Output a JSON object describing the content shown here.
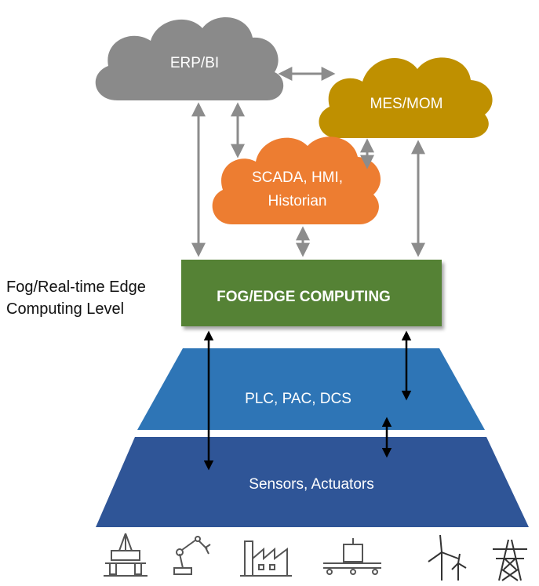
{
  "colors": {
    "erp_cloud": "#8a8a8a",
    "mes_cloud": "#bf9000",
    "scada_cloud": "#ed7d31",
    "fog_box": "#548235",
    "plc_layer": "#2e75b6",
    "sensor_layer": "#2f5597",
    "gray_arrow": "#8c8c8c",
    "black_arrow": "#000000",
    "icon_stroke": "#555555"
  },
  "clouds": {
    "erp": "ERP/BI",
    "mes": "MES/MOM",
    "scada_line1": "SCADA, HMI,",
    "scada_line2": "Historian"
  },
  "fog": {
    "box_label": "FOG/EDGE COMPUTING",
    "side_label_line1": "Fog/Real-time Edge",
    "side_label_line2": "Computing Level"
  },
  "layers": {
    "plc": "PLC, PAC, DCS",
    "sensors": "Sensors, Actuators"
  },
  "icons": [
    "oil-rig-icon",
    "robot-arm-icon",
    "factory-icon",
    "conveyor-machine-icon",
    "wind-turbine-icon",
    "power-tower-icon"
  ]
}
